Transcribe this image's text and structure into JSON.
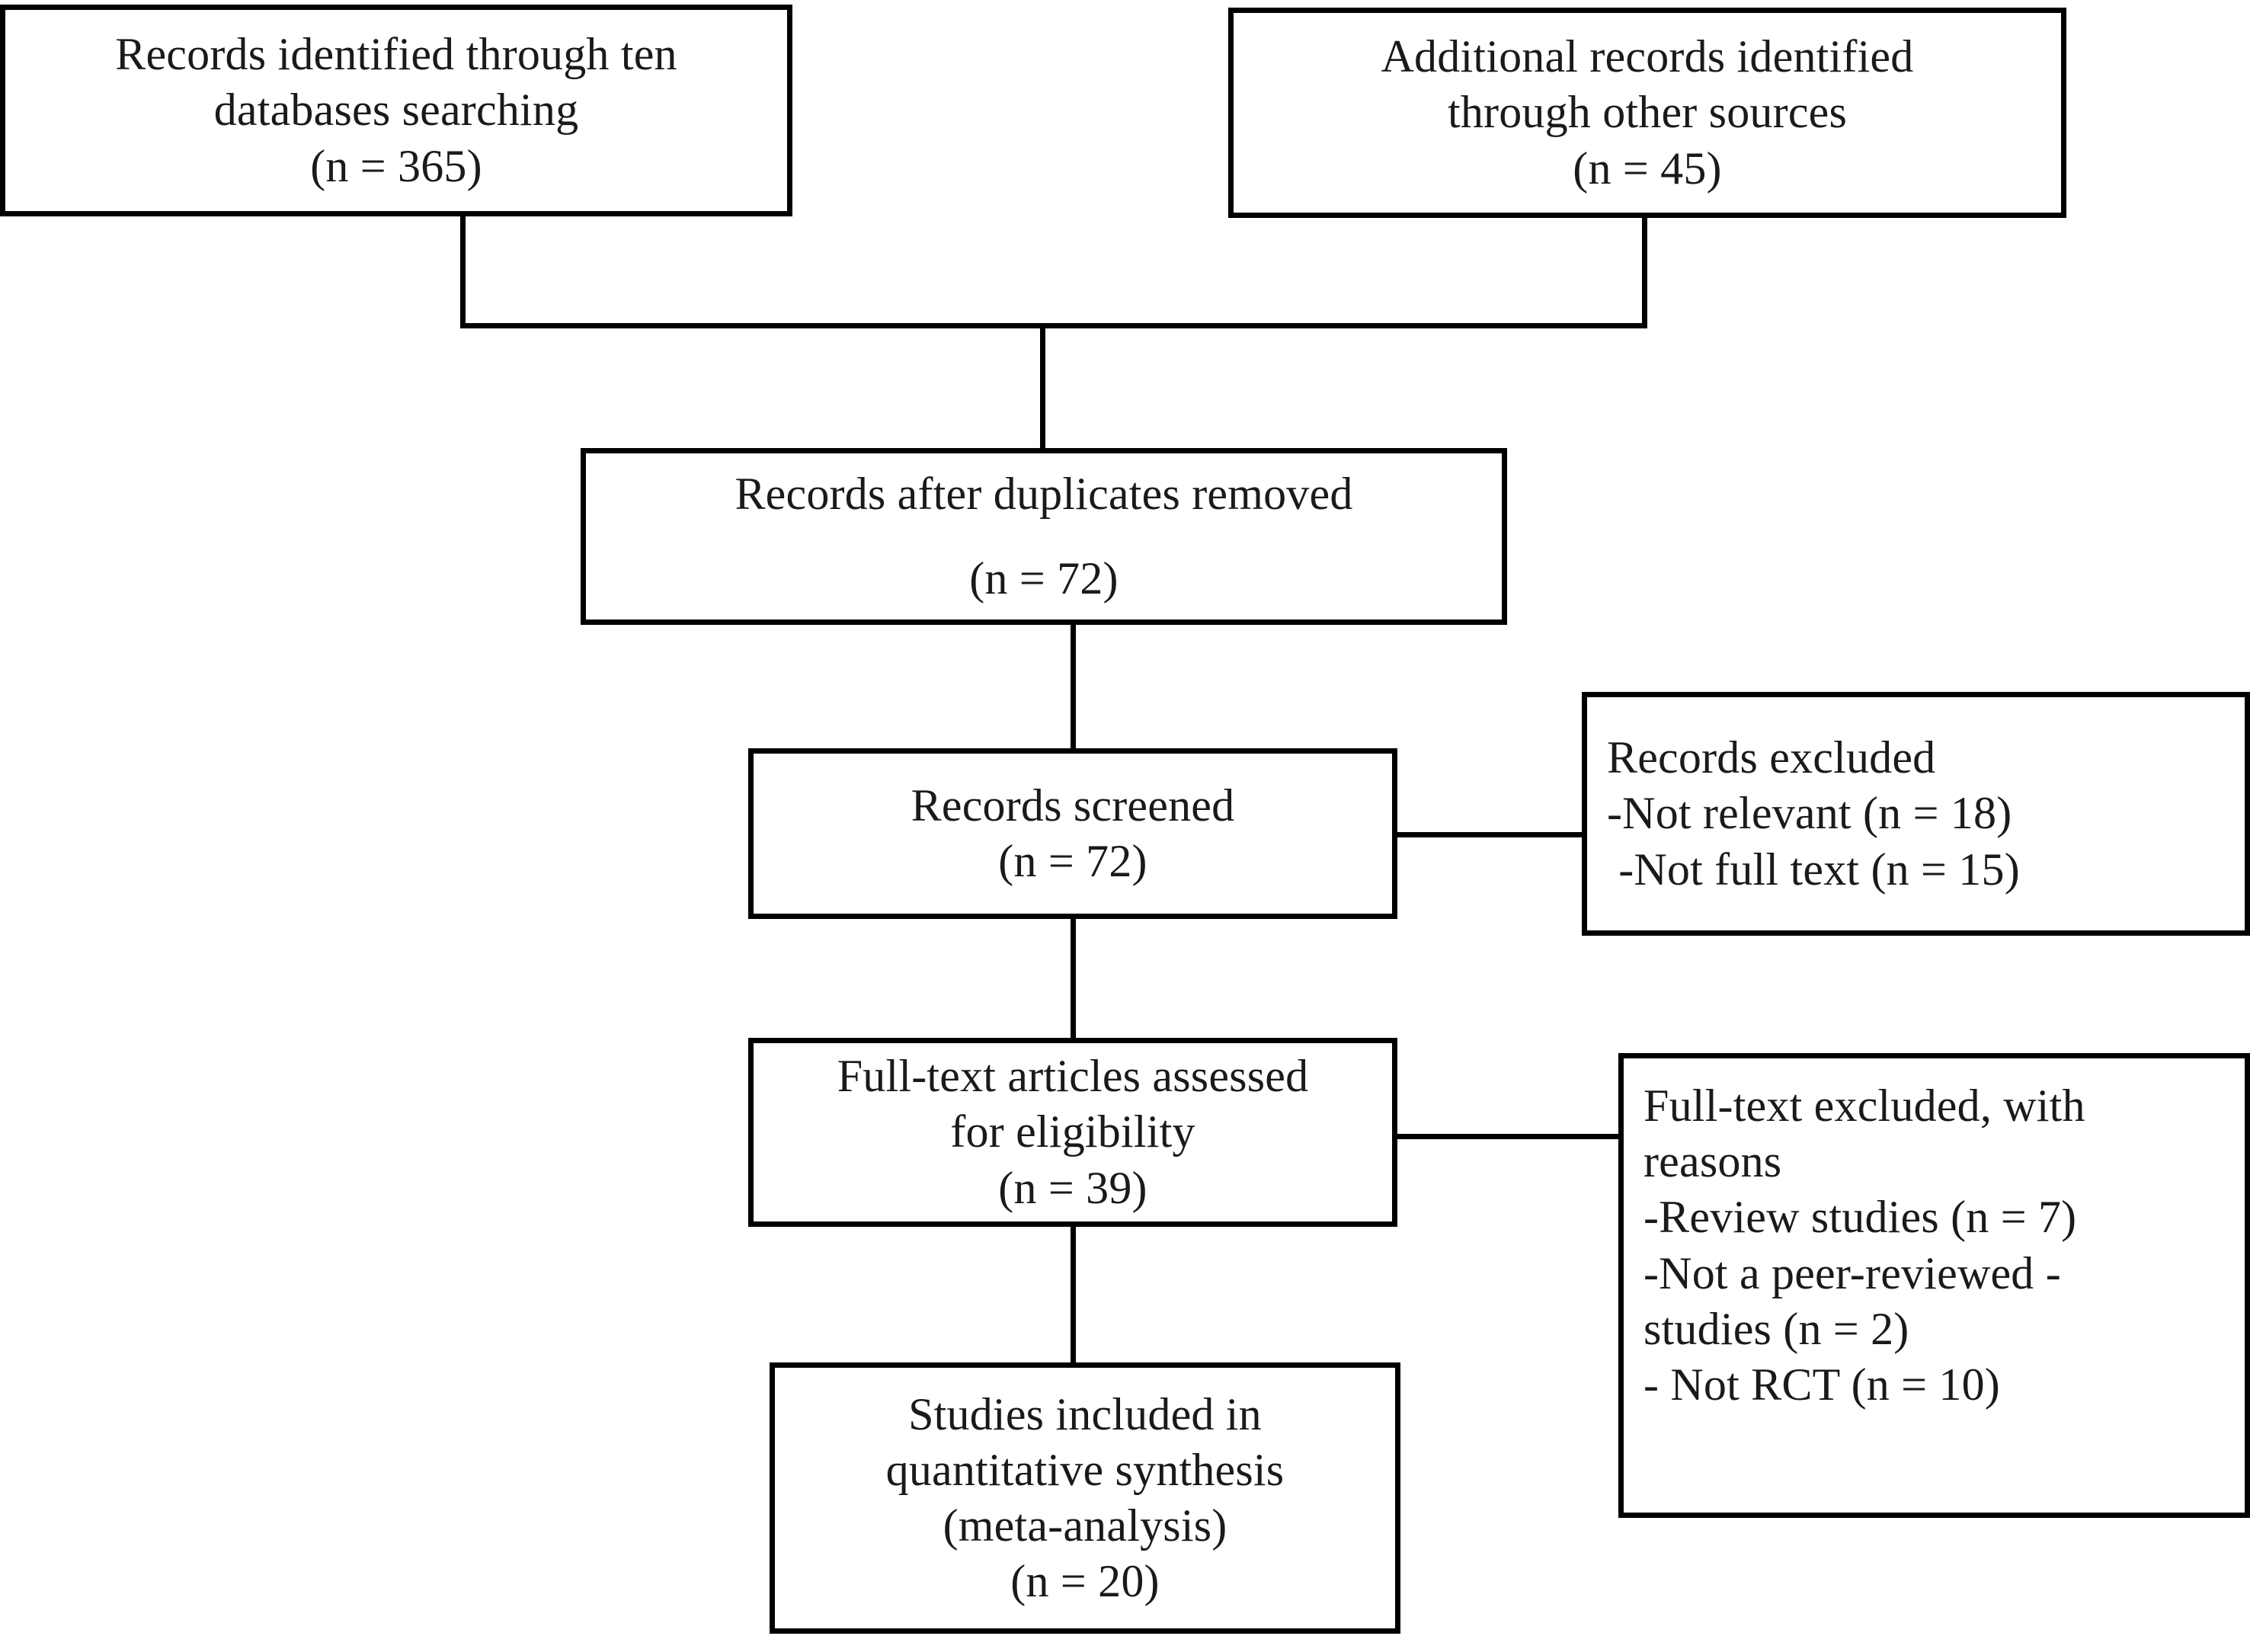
{
  "diagram": {
    "title": "PRISMA study selection flow diagram",
    "type": "flowchart",
    "line_color": "#000000",
    "box_fill": "#ffffff",
    "text_color": "#1a1a1a"
  },
  "nodes": {
    "identified_databases": {
      "name": "Records identified through ten databases searching",
      "lines": [
        "Records identified through ten",
        "databases searching",
        "(n = 365)"
      ],
      "count_label": "(n = 365)",
      "count": 365
    },
    "identified_other": {
      "name": "Additional records identified through other sources",
      "lines": [
        "Additional records identified",
        "through other sources",
        "(n = 45)"
      ],
      "count_label": "(n = 45)",
      "count": 45
    },
    "duplicates_removed": {
      "name": "Records after duplicates removed",
      "lines": [
        "Records after duplicates removed",
        "",
        "(n = 72)"
      ],
      "count_label": "(n = 72)",
      "count": 72
    },
    "records_screened": {
      "name": "Records screened",
      "lines": [
        "Records screened",
        "(n = 72)"
      ],
      "count_label": "(n = 72)",
      "count": 72
    },
    "records_excluded": {
      "name": "Records excluded",
      "lines": [
        "Records excluded",
        "-Not relevant (n = 18)",
        " -Not full text (n = 15)"
      ],
      "reasons": [
        {
          "label": "Not relevant",
          "count": 18
        },
        {
          "label": "Not full text",
          "count": 15
        }
      ]
    },
    "fulltext_assessed": {
      "name": "Full-text articles assessed for eligibility",
      "lines": [
        "Full-text articles assessed",
        "for eligibility",
        "(n = 39)"
      ],
      "count_label": "(n = 39)",
      "count": 39
    },
    "fulltext_excluded": {
      "name": "Full-text excluded, with reasons",
      "lines": [
        "Full-text excluded, with",
        "reasons",
        "-Review studies (n = 7)",
        "-Not a peer-reviewed -",
        "studies (n = 2)",
        "- Not RCT (n = 10)"
      ],
      "reasons": [
        {
          "label": "Review studies",
          "count": 7
        },
        {
          "label": "Not a peer-reviewed - studies",
          "count": 2
        },
        {
          "label": "Not RCT",
          "count": 10
        }
      ]
    },
    "studies_included": {
      "name": "Studies included in quantitative synthesis (meta-analysis)",
      "lines": [
        "Studies included in",
        "quantitative synthesis",
        "(meta-analysis)",
        "(n = 20)"
      ],
      "count_label": "(n = 20)",
      "count": 20
    }
  }
}
